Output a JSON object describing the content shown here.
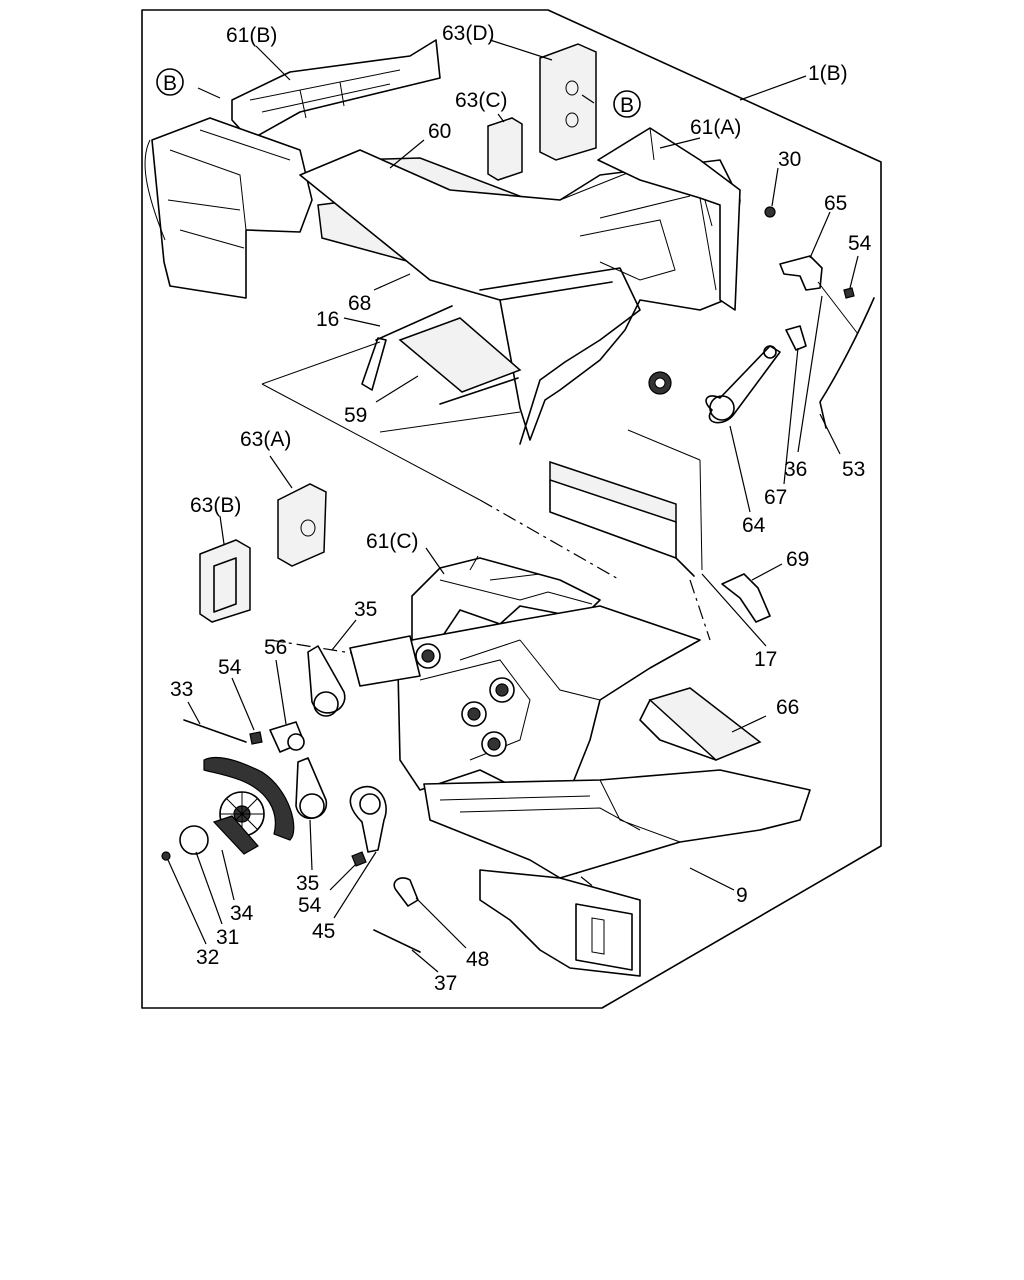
{
  "callouts": {
    "c61B": "61(B)",
    "c63D": "63(D)",
    "c1B": "1(B)",
    "cB1": "B",
    "cB2": "B",
    "c63C": "63(C)",
    "c60": "60",
    "c61A": "61(A)",
    "c30": "30",
    "c65": "65",
    "c54a": "54",
    "c68": "68",
    "c16": "16",
    "c59": "59",
    "c36": "36",
    "c53": "53",
    "c67": "67",
    "c64": "64",
    "c63A": "63(A)",
    "c63B": "63(B)",
    "c61C": "61(C)",
    "c69": "69",
    "c35a": "35",
    "c56": "56",
    "c54b": "54",
    "c33": "33",
    "c17": "17",
    "c66": "66",
    "c9": "9",
    "c35b": "35",
    "c54c": "54",
    "c34": "34",
    "c45": "45",
    "c31": "31",
    "c48": "48",
    "c32": "32",
    "c37": "37"
  }
}
